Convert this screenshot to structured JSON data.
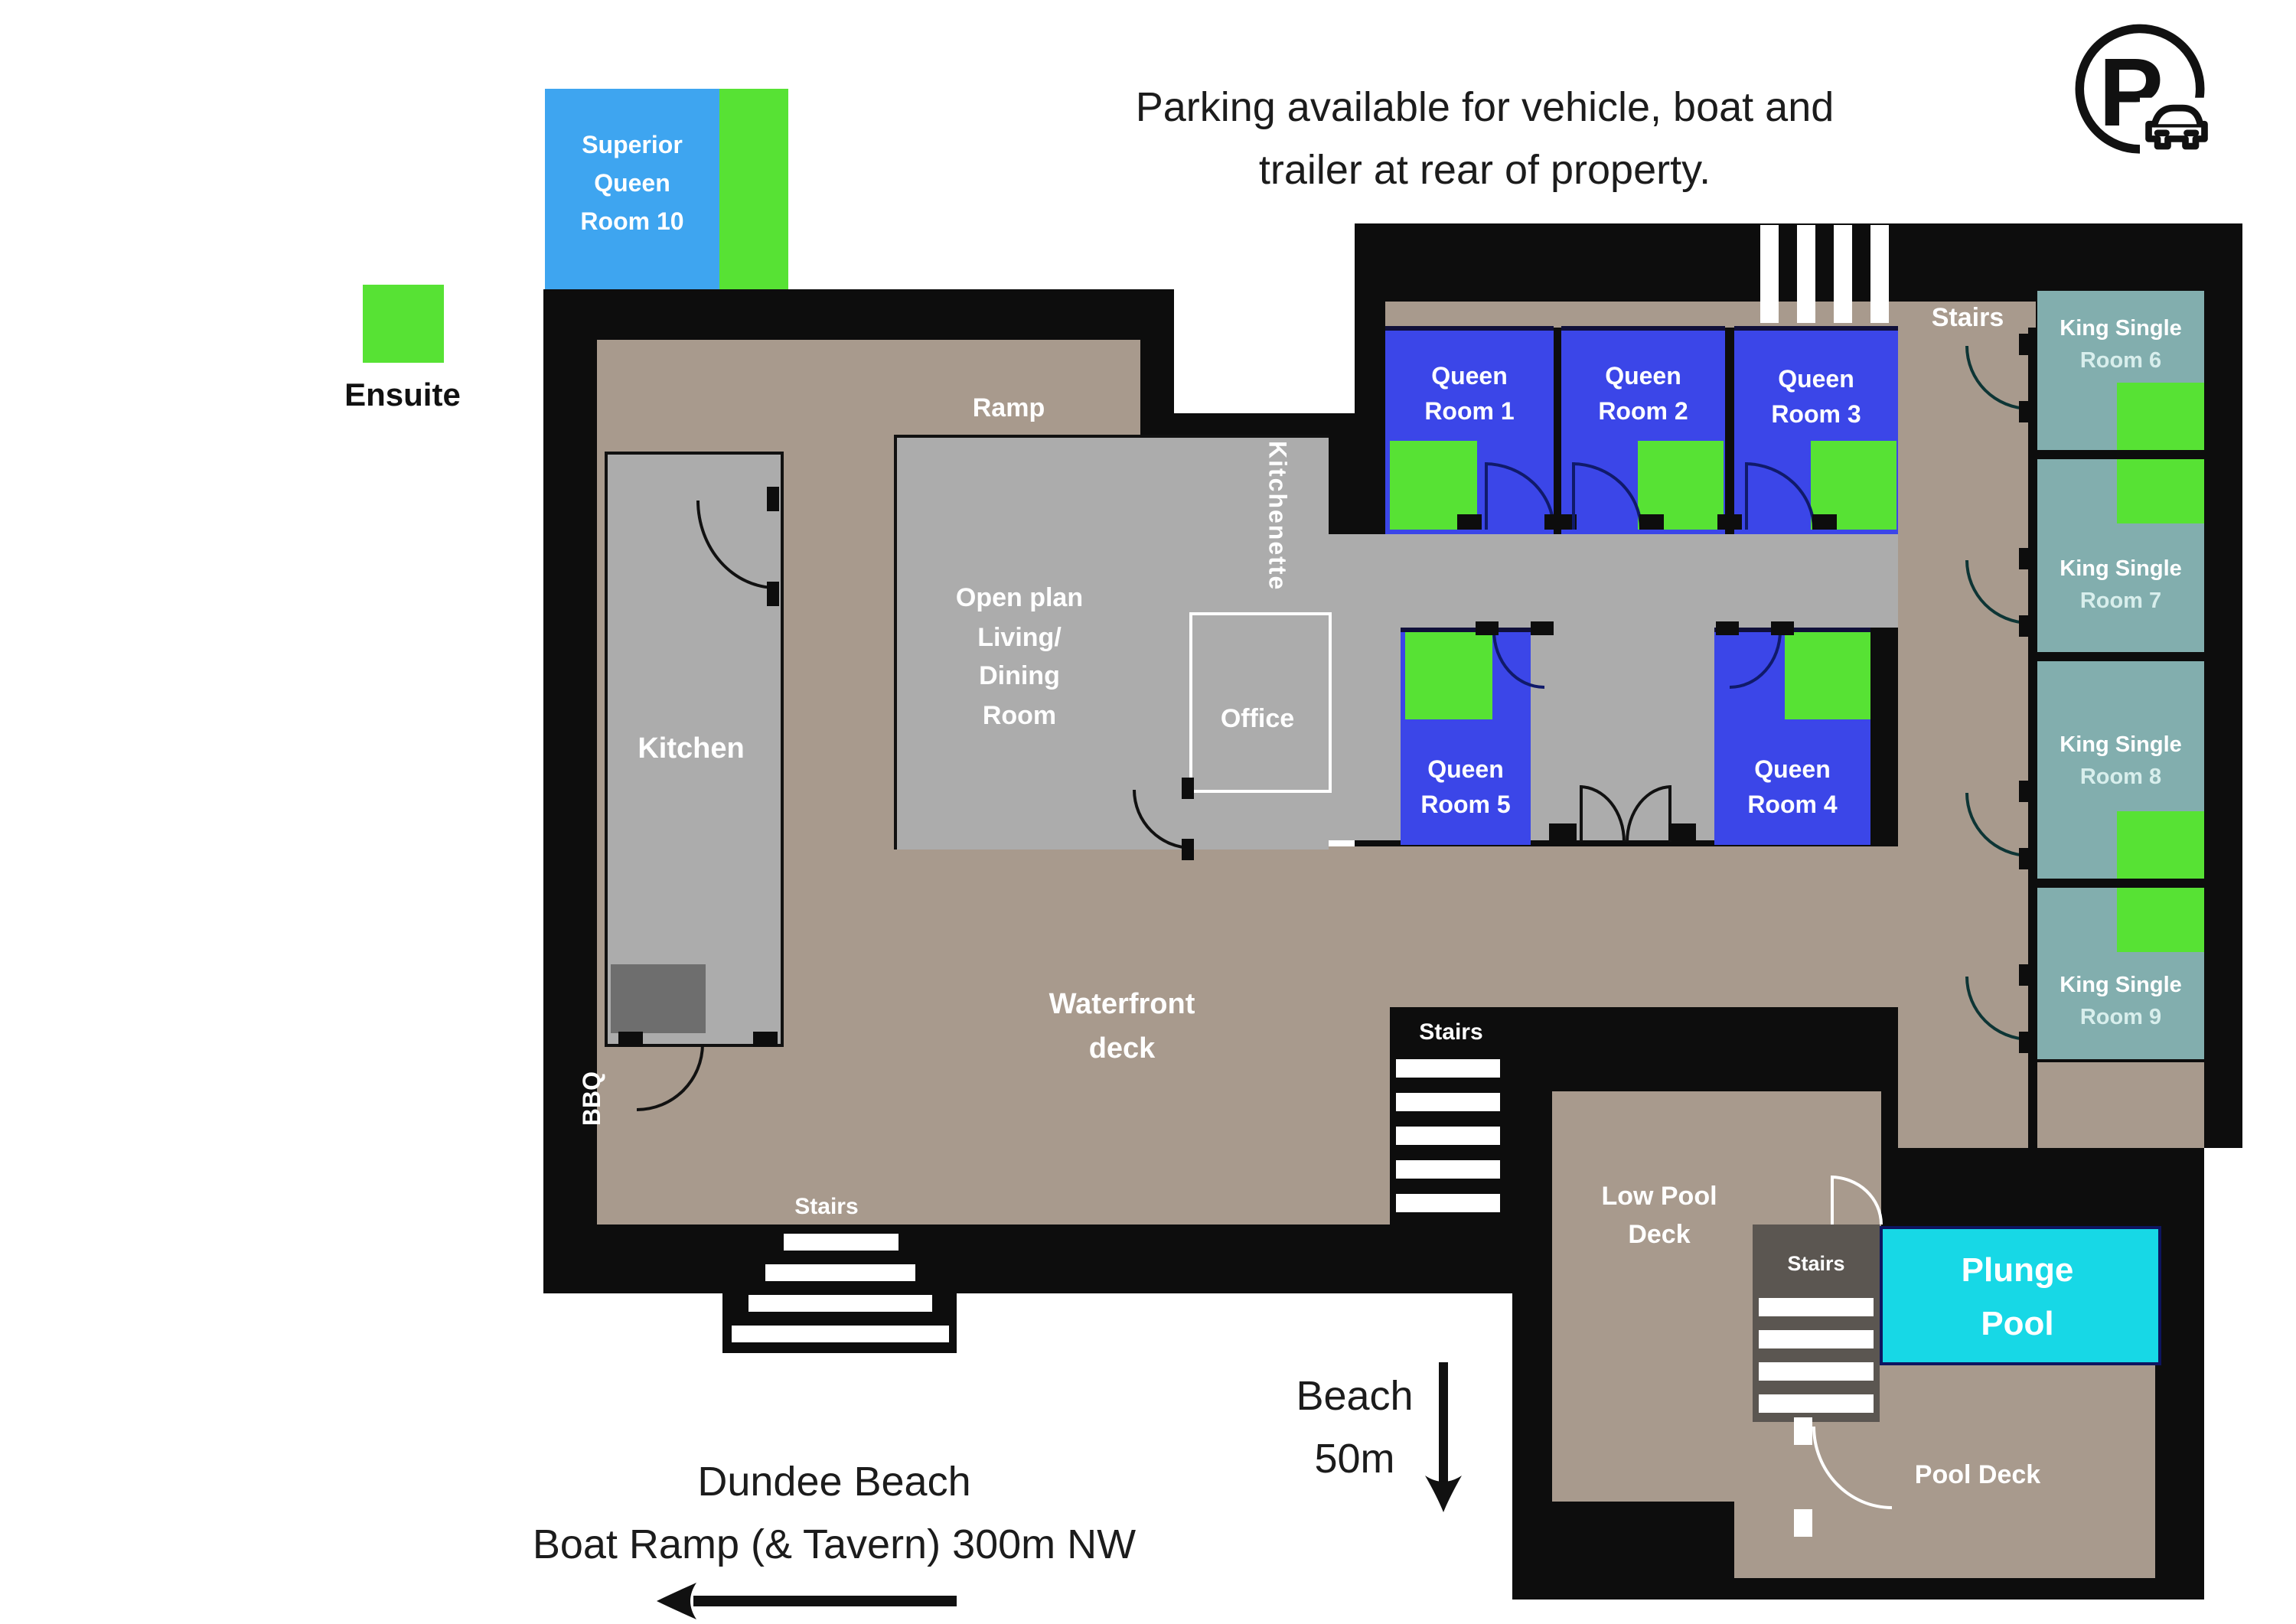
{
  "colors": {
    "wall_black": "#0d0d0d",
    "deck_tan": "#a89a8d",
    "room_gray": "#acacac",
    "bench_gray": "#6e6e6e",
    "queen_blue": "#3b46e8",
    "superior_blue": "#3ea5f0",
    "ensuite_green": "#57e234",
    "king_teal": "#82aeae",
    "pool_cyan": "#17d8e6",
    "stair_strip_gray": "#5b5651",
    "label_white": "#ffffff",
    "king_sub_text": "#d8eeec",
    "note_text": "#1c1c1c"
  },
  "parking_note": {
    "line1": "Parking available for vehicle, boat and",
    "line2": "trailer at rear of property."
  },
  "parking_icon": {
    "letter": "P"
  },
  "legend": {
    "label": "Ensuite"
  },
  "labels": {
    "ramp": "Ramp",
    "stairs": "Stairs",
    "kitchen": "Kitchen",
    "kitchenette": "Kitchenette",
    "office": "Office",
    "bbq": "BBQ",
    "open_plan": {
      "l1": "Open plan",
      "l2": "Living/",
      "l3": "Dining",
      "l4": "Room"
    },
    "waterfront": {
      "l1": "Waterfront",
      "l2": "deck"
    },
    "low_pool": {
      "l1": "Low Pool",
      "l2": "Deck"
    },
    "plunge": {
      "l1": "Plunge",
      "l2": "Pool"
    },
    "pool_deck": "Pool Deck"
  },
  "rooms": {
    "superior": {
      "l1": "Superior",
      "l2": "Queen",
      "l3": "Room 10"
    },
    "queen1": {
      "l1": "Queen",
      "l2": "Room 1"
    },
    "queen2": {
      "l1": "Queen",
      "l2": "Room 2"
    },
    "queen3": {
      "l1": "Queen",
      "l2": "Room 3"
    },
    "queen4": {
      "l1": "Queen",
      "l2": "Room 4"
    },
    "queen5": {
      "l1": "Queen",
      "l2": "Room 5"
    },
    "king6": {
      "l1": "King Single",
      "l2": "Room 6"
    },
    "king7": {
      "l1": "King Single",
      "l2": "Room 7"
    },
    "king8": {
      "l1": "King Single",
      "l2": "Room 8"
    },
    "king9": {
      "l1": "King Single",
      "l2": "Room 9"
    }
  },
  "directions": {
    "dundee_l1": "Dundee Beach",
    "dundee_l2": "Boat Ramp (& Tavern) 300m NW",
    "beach_l1": "Beach",
    "beach_l2": "50m"
  }
}
